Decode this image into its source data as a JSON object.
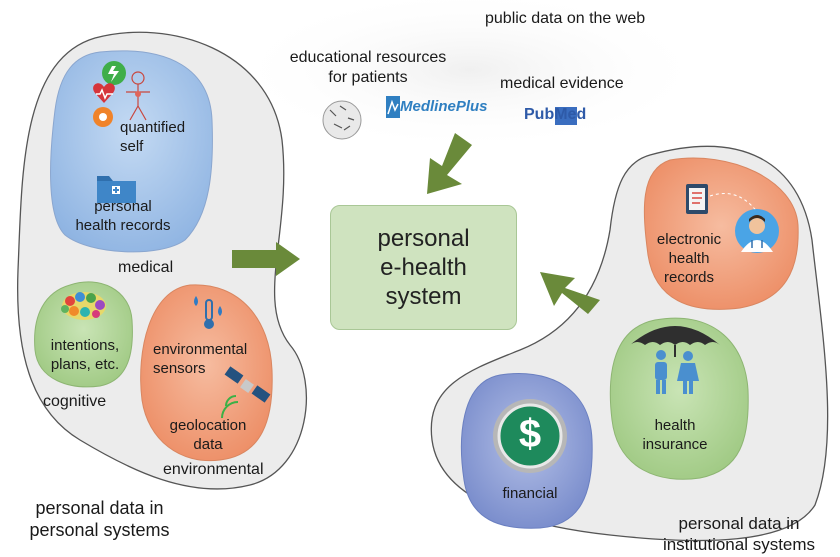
{
  "core": {
    "line1": "personal",
    "line2": "e-health",
    "line3": "system"
  },
  "public": {
    "title": "public data on the web",
    "edu_line1": "educational resources",
    "edu_line2": "for patients",
    "evidence": "medical evidence",
    "logo_medlineplus": "MedlinePlus",
    "logo_pubmed": "PubMed"
  },
  "personal": {
    "caption_line1": "personal data in",
    "caption_line2": "personal systems",
    "medical": {
      "group": "medical",
      "quantified_line1": "quantified",
      "quantified_line2": "self",
      "phr_line1": "personal",
      "phr_line2": "health records"
    },
    "cognitive": {
      "group": "cognitive",
      "line1": "intentions,",
      "line2": "plans, etc."
    },
    "environmental": {
      "group": "environmental",
      "sensors_line1": "environmental",
      "sensors_line2": "sensors",
      "geo_line1": "geolocation",
      "geo_line2": "data"
    }
  },
  "institutional": {
    "caption_line1": "personal data in",
    "caption_line2": "institutional systems",
    "ehr_line1": "electronic",
    "ehr_line2": "health",
    "ehr_line3": "records",
    "insurance_line1": "health",
    "insurance_line2": "insurance",
    "financial": "financial",
    "dollar_symbol": "$"
  },
  "colors": {
    "blob_fill": "#ececec",
    "blob_stroke": "#555555",
    "medical_fill": "#a9c6ea",
    "green_fill": "#b5d69c",
    "orange_fill": "#f1a17b",
    "financial_fill": "#8e9fd4",
    "arrow": "#6a8a3a",
    "core_fill": "#cfe3bf"
  }
}
